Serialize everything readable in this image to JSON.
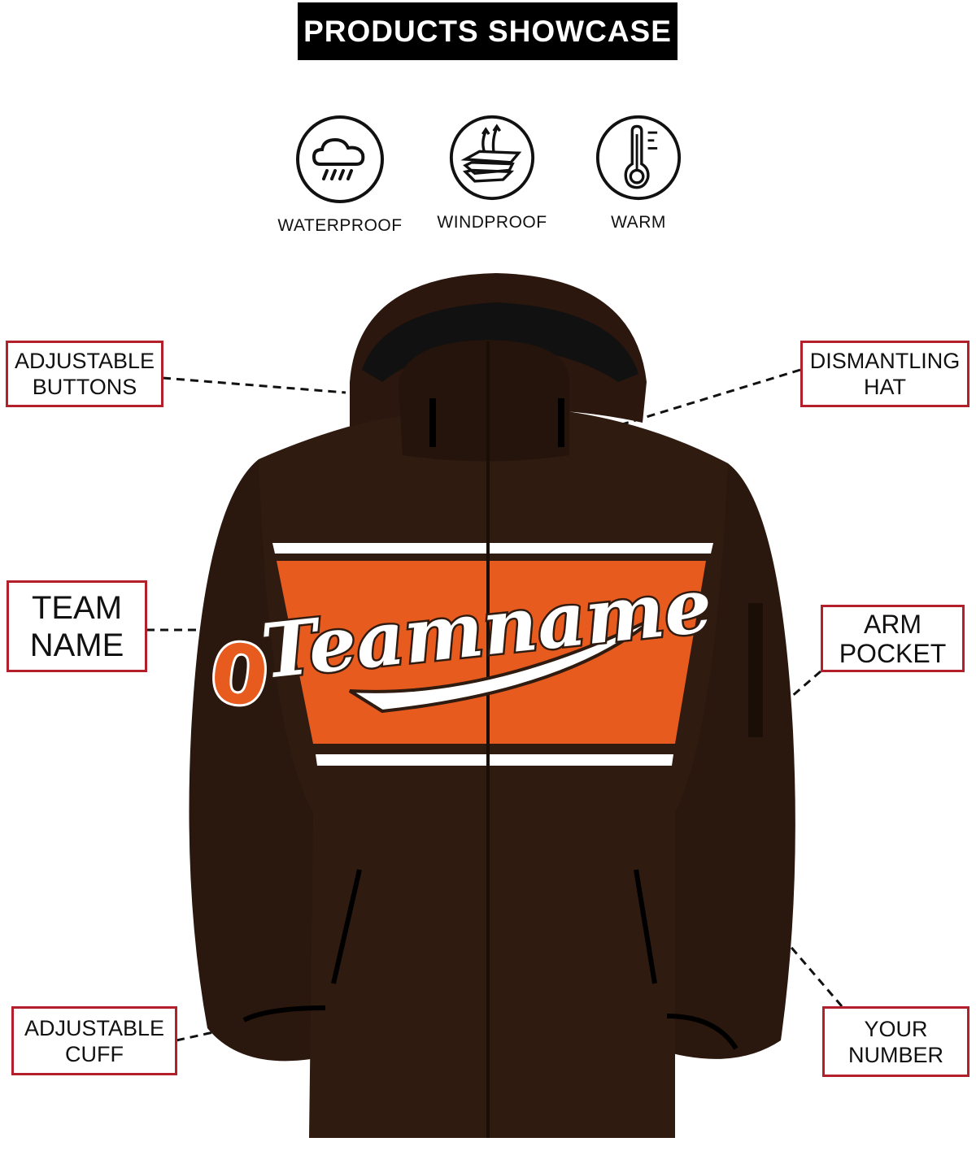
{
  "title": "PRODUCTS SHOWCASE",
  "features": [
    {
      "label": "WATERPROOF",
      "icon": "cloud-rain-icon"
    },
    {
      "label": "WINDPROOF",
      "icon": "layers-wind-icon"
    },
    {
      "label": "WARM",
      "icon": "thermometer-icon"
    }
  ],
  "callouts": {
    "adjustable_buttons": [
      "ADJUSTABLE",
      "BUTTONS"
    ],
    "dismantling_hat": [
      "DISMANTLING",
      "HAT"
    ],
    "team_name": [
      "TEAM",
      "NAME"
    ],
    "arm_pocket": [
      "ARM",
      "POCKET"
    ],
    "adjustable_cuff": [
      "ADJUSTABLE",
      "CUFF"
    ],
    "your_number": [
      "YOUR",
      "NUMBER"
    ]
  },
  "jacket": {
    "team_text": "Teamname",
    "sleeve_number": "0",
    "colors": {
      "body": "#2f1b10",
      "accent": "#e85b1f",
      "trim": "#ffffff",
      "callout_border": "#b3202c"
    }
  }
}
